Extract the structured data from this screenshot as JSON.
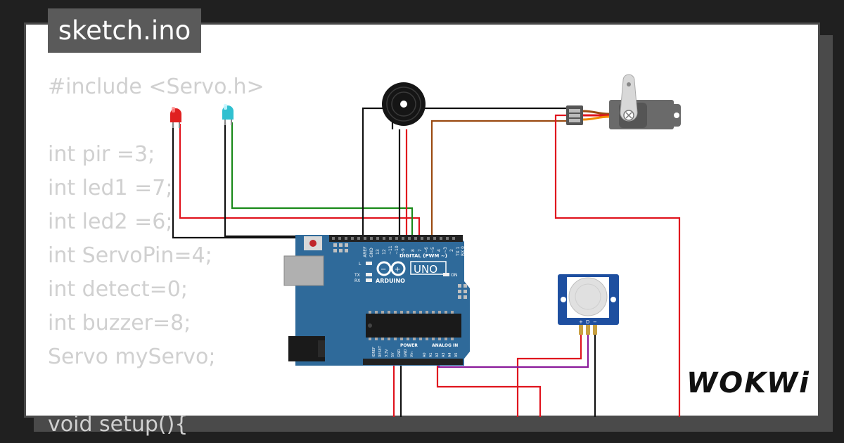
{
  "file_tab": {
    "title": "sketch.ino"
  },
  "code_lines": [
    "#include <Servo.h>",
    "",
    "int pir =3;",
    "int led1 =7;",
    "int led2 =6;",
    "int ServoPin=4;",
    "int detect=0;",
    "int buzzer=8;",
    "Servo myServo;",
    "",
    "void setup(){"
  ],
  "board": {
    "brand_label": "ARDUINO",
    "model_label": "UNO",
    "digital_label": "DIGITAL (PWM ~)",
    "power_label": "POWER",
    "analog_label": "ANALOG IN",
    "on_label": "ON",
    "l_label": "L",
    "tx_label": "TX",
    "rx_label": "RX",
    "top_pin_labels": [
      "AREF",
      "GND",
      "13",
      "12",
      "~11",
      "~10",
      "~9",
      "8",
      "7",
      "~6",
      "~5",
      "4",
      "~3",
      "2",
      "TX 1",
      "RX 0"
    ],
    "bottom_pin_labels": [
      "IOREF",
      "RESET",
      "3.3V",
      "5V",
      "GND",
      "GND",
      "Vin",
      "A0",
      "A1",
      "A2",
      "A3",
      "A4",
      "A5"
    ]
  },
  "pir_sensor": {
    "pin_labels": [
      "+",
      "D",
      "−"
    ]
  },
  "logo": {
    "text": "WOKWi"
  },
  "colors": {
    "board_blue": "#2f6a9a",
    "wire_black": "#111111",
    "wire_red": "#e0141e",
    "wire_green": "#1a8a1a",
    "wire_brown": "#9a4a10",
    "wire_purple": "#8a1a9a",
    "led_red": "#e02020",
    "led_cyan": "#30c0d0"
  }
}
